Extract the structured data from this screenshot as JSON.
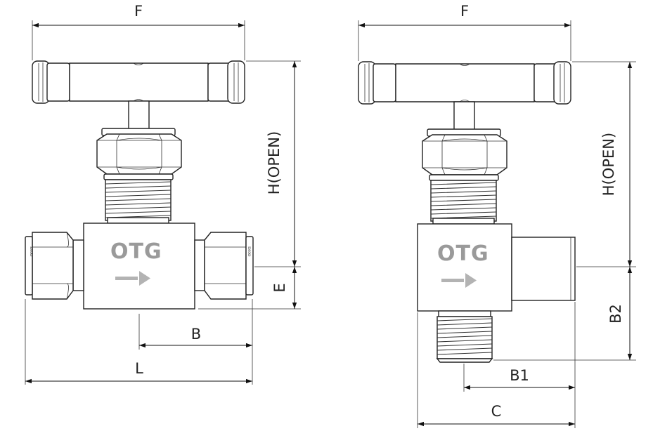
{
  "views": {
    "straight": {
      "brand": "OTG",
      "nut_marking": "S D S ◊ K O",
      "labels": {
        "F": "F",
        "H": "H(OPEN)",
        "E": "E",
        "B": "B",
        "L": "L"
      }
    },
    "angle": {
      "brand": "OTG",
      "labels": {
        "F": "F",
        "H": "H(OPEN)",
        "B2": "B2",
        "B1": "B1",
        "C": "C"
      }
    }
  },
  "colors": {
    "ink": "#222222",
    "brand_grey": "#9a9a9a",
    "arrow_grey": "#b3b3b3"
  }
}
